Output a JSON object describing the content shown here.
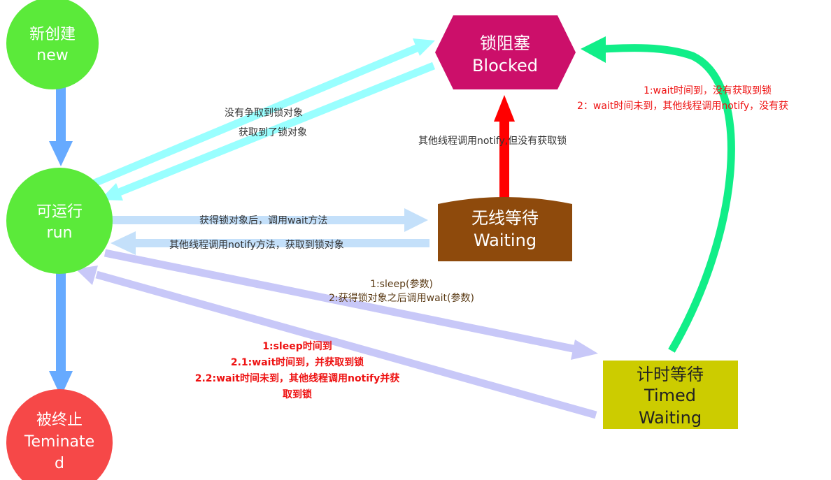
{
  "nodes": {
    "new": {
      "line1": "新创建",
      "line2": "new",
      "color": "#5bea3a"
    },
    "run": {
      "line1": "可运行",
      "line2": "run",
      "color": "#5bea3a"
    },
    "terminated": {
      "line1": "被终止",
      "line2": "Teminate",
      "line3": "d",
      "color": "#f64848"
    },
    "blocked": {
      "line1": "锁阻塞",
      "line2": "Blocked",
      "color": "#cc0f6a"
    },
    "waiting": {
      "line1": "无线等待",
      "line2": "Waiting",
      "color": "#8e4a0c"
    },
    "timed": {
      "line1": "计时等待",
      "line2": "Timed",
      "line3": "Waiting",
      "color": "#cccc00"
    }
  },
  "labels": {
    "run_to_blocked": "没有争取到锁对象",
    "blocked_to_run": "获取到了锁对象",
    "waiting_to_blocked": "其他线程调用notify,但没有获取锁",
    "timed_to_blocked_1": "1:wait时间到，没有获取到锁",
    "timed_to_blocked_2": "2：wait时间未到，其他线程调用notify，没有获",
    "run_to_waiting": "获得锁对象后，调用wait方法",
    "waiting_to_run": "其他线程调用notify方法，获取到锁对象",
    "run_to_timed_1": "1:sleep(参数)",
    "run_to_timed_2": "2:获得锁对象之后调用wait(参数)",
    "timed_to_run_1": "1:sleep时间到",
    "timed_to_run_2": "2.1:wait时间到，并获取到锁",
    "timed_to_run_3": "2.2:wait时间未到，其他线程调用notify并获",
    "timed_to_run_4": "取到锁"
  },
  "colors": {
    "arrow_vertical": "#66aaff",
    "arrow_cyan": "#99ffff",
    "arrow_lightblue": "#c4e0fa",
    "arrow_lavender": "#c8c8f8",
    "arrow_red": "#ff0000",
    "arrow_green": "#11ee88"
  }
}
